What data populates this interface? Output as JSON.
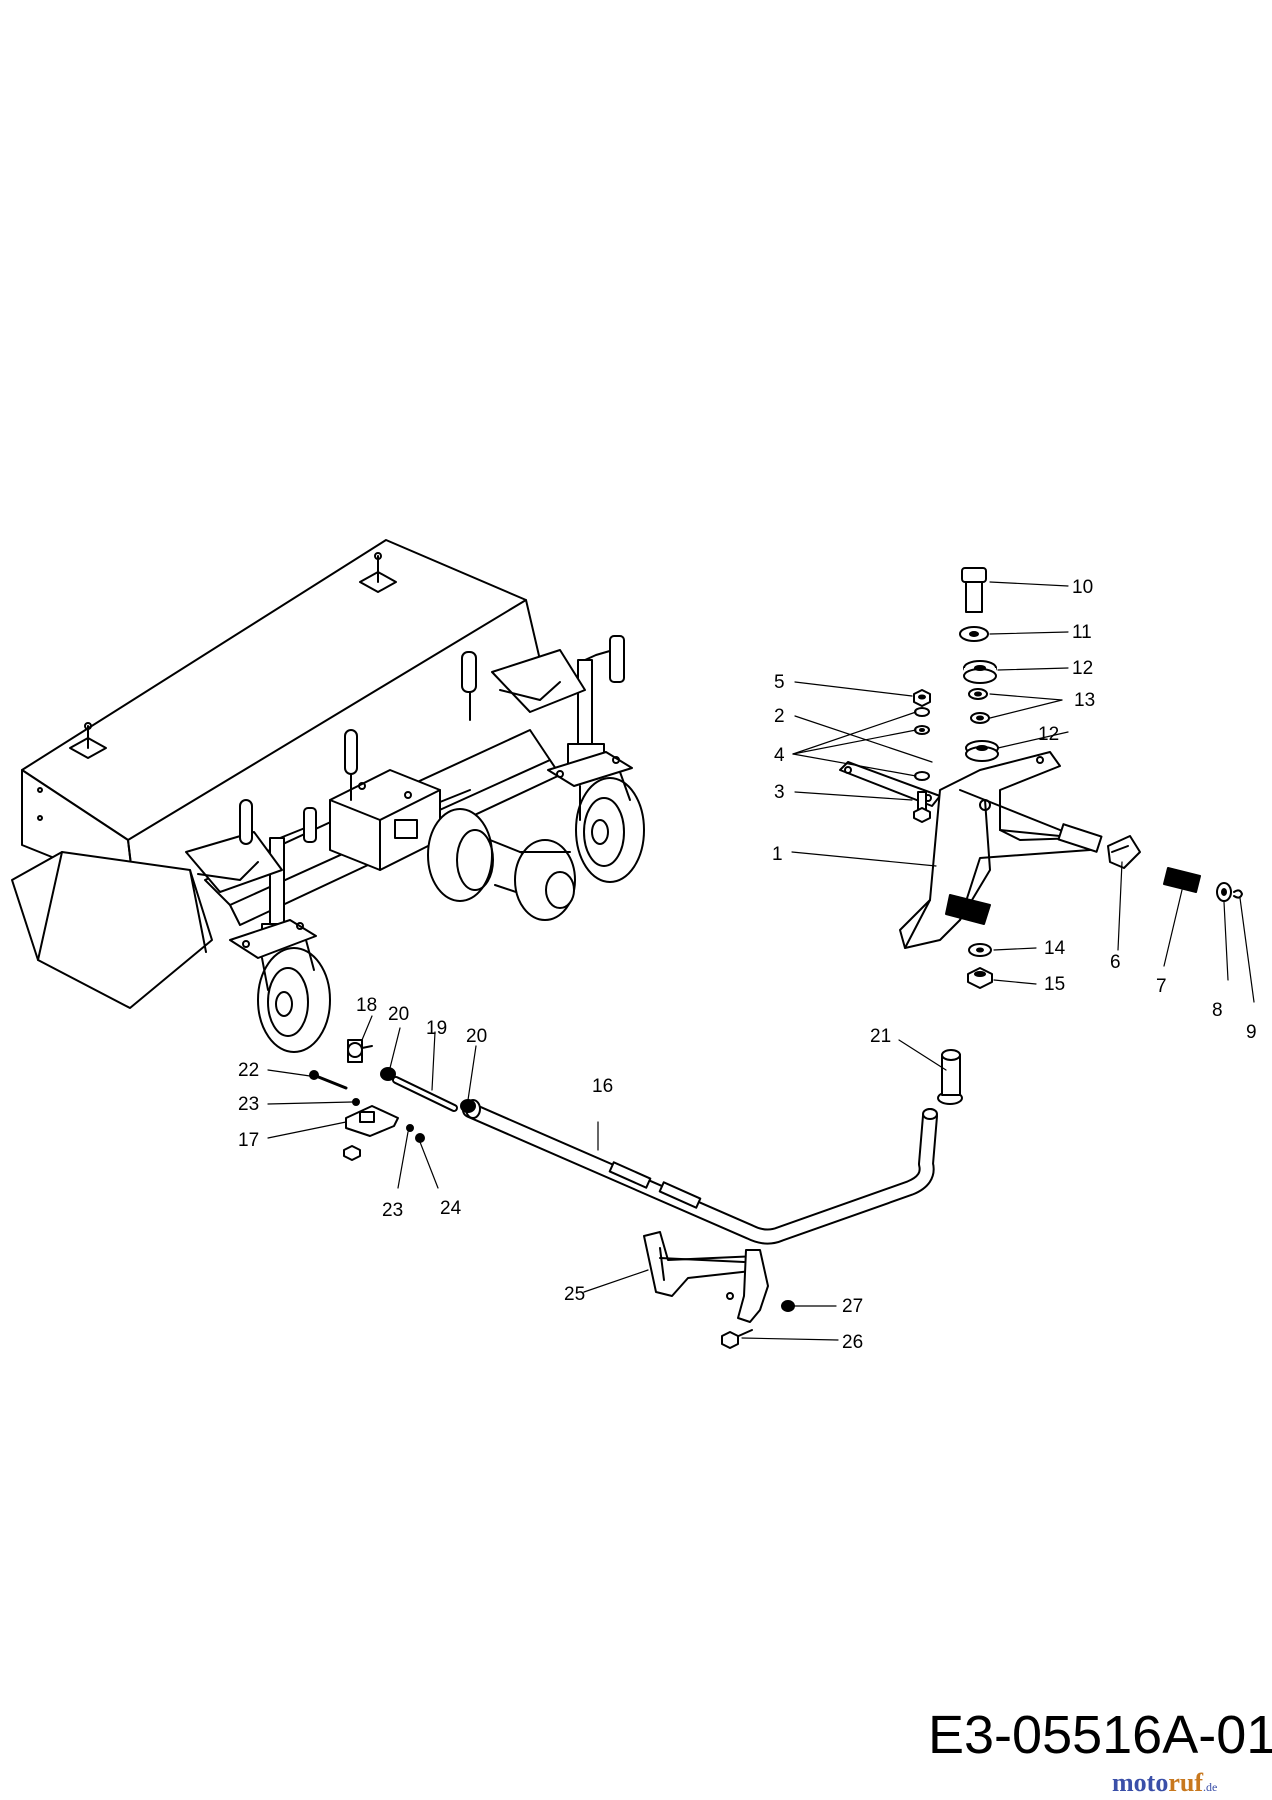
{
  "drawing_id": "E3-05516A-01",
  "watermark": {
    "part_a": "moto",
    "part_b": "ruf",
    "suffix": ".de"
  },
  "callouts": [
    "1",
    "2",
    "3",
    "4",
    "5",
    "6",
    "7",
    "8",
    "9",
    "10",
    "11",
    "12",
    "12",
    "13",
    "14",
    "15",
    "16",
    "17",
    "18",
    "19",
    "20",
    "20",
    "21",
    "22",
    "23",
    "23",
    "24",
    "25",
    "26",
    "27"
  ],
  "colors": {
    "line": "#000000",
    "background": "#ffffff"
  }
}
